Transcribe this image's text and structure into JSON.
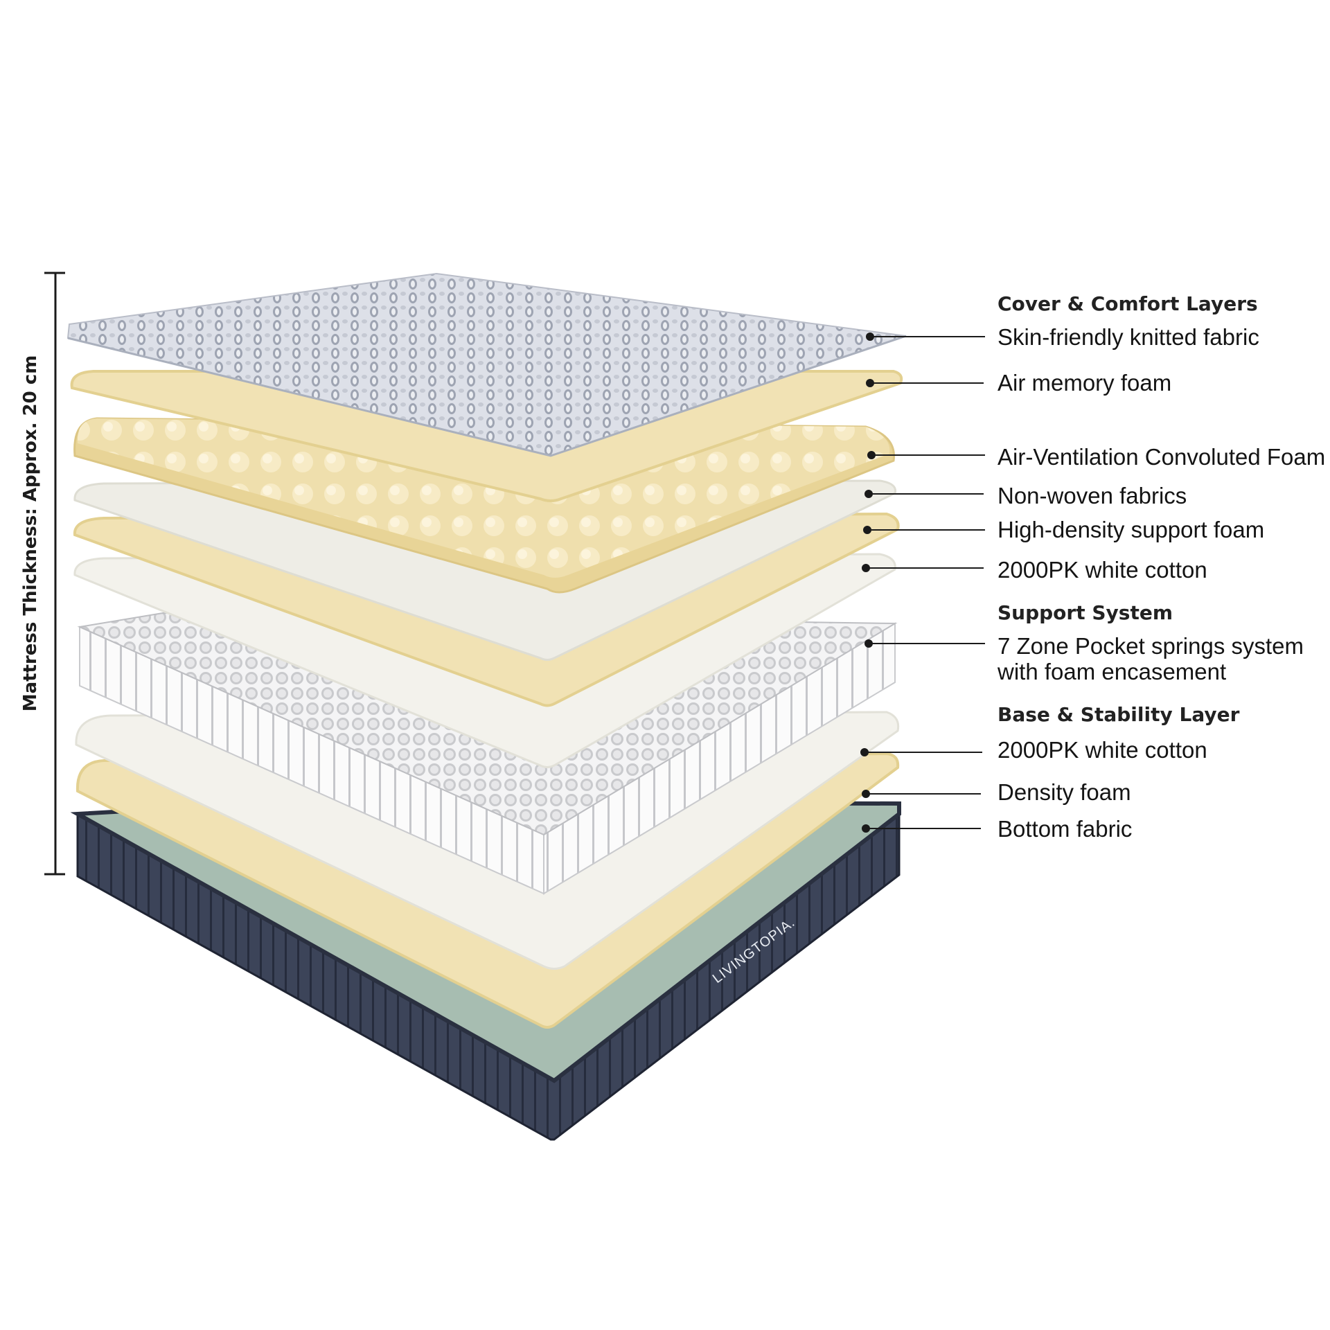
{
  "thickness_label": "Mattress Thickness: Approx. 20 cm",
  "brand": "LIVINGTOPIA.",
  "groups": {
    "cover": {
      "heading": "Cover & Comfort Layers",
      "items": [
        "Skin-friendly knitted fabric",
        "Air memory foam",
        "Air-Ventilation Convoluted Foam",
        "Non-woven fabrics",
        "High-density support foam",
        "2000PK white cotton"
      ]
    },
    "support": {
      "heading": "Support System",
      "items": [
        "7 Zone Pocket springs system",
        "with foam encasement"
      ]
    },
    "base": {
      "heading": "Base & Stability Layer",
      "items": [
        "2000PK white cotton",
        "Density foam",
        "Bottom fabric"
      ]
    }
  },
  "colors": {
    "foam": "#f1e2b4",
    "foam_edge": "#e6d396",
    "cotton": "#f3f2ec",
    "cover": "#d8dbe3",
    "base_fabric": "#3b4258",
    "base_top": "#a7bdb1",
    "springs": "#e9e9ea",
    "text": "#141414"
  }
}
